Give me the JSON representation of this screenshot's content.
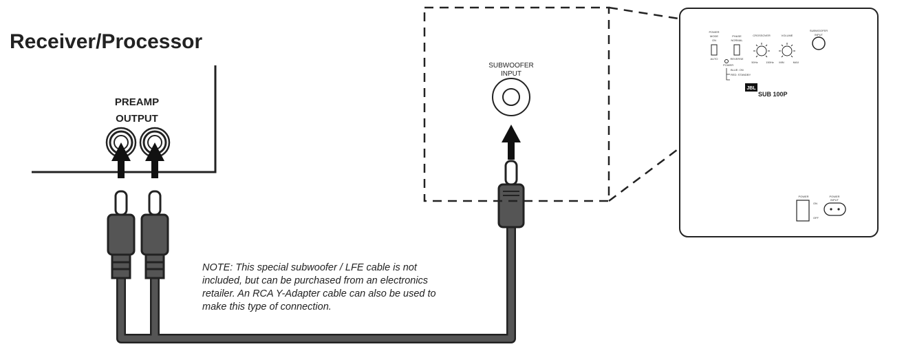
{
  "receiver": {
    "title": "Receiver/Processor",
    "preamp_label_line1": "PREAMP",
    "preamp_label_line2": "OUTPUT"
  },
  "subwoofer_input": {
    "label_line1": "SUBWOOFER",
    "label_line2": "INPUT"
  },
  "note": {
    "line1": "NOTE: This special subwoofer / LFE cable is not",
    "line2": "included, but can be purchased from an electronics",
    "line3": "retailer. An RCA Y-Adapter cable can also be used to",
    "line4": "make this type of connection."
  },
  "panel": {
    "power_mode_line1": "POWER",
    "power_mode_line2": "MODE",
    "power_mode_on": "ON",
    "power_mode_auto": "AUTO",
    "phase": "PHASE",
    "phase_normal": "NORMAL",
    "phase_reverse": "REVERSE",
    "power_led": "POWER",
    "led_blue": "BLUE: ON",
    "led_red": "RED: STANDBY",
    "crossover": "CROSSOVER",
    "crossover_min": "50Hz",
    "crossover_max": "150Hz",
    "volume": "VOLUME",
    "volume_min": "MIN",
    "volume_max": "MAX",
    "sub_input_line1": "SUBWOOFER",
    "sub_input_line2": "INPUT",
    "brand": "JBL",
    "model": "SUB 100P",
    "power_switch": "POWER",
    "power_on": "ON",
    "power_off": "OFF",
    "power_input_line1": "POWER",
    "power_input_line2": "INPUT"
  },
  "colors": {
    "cable": "#555555",
    "ink": "#222222"
  }
}
